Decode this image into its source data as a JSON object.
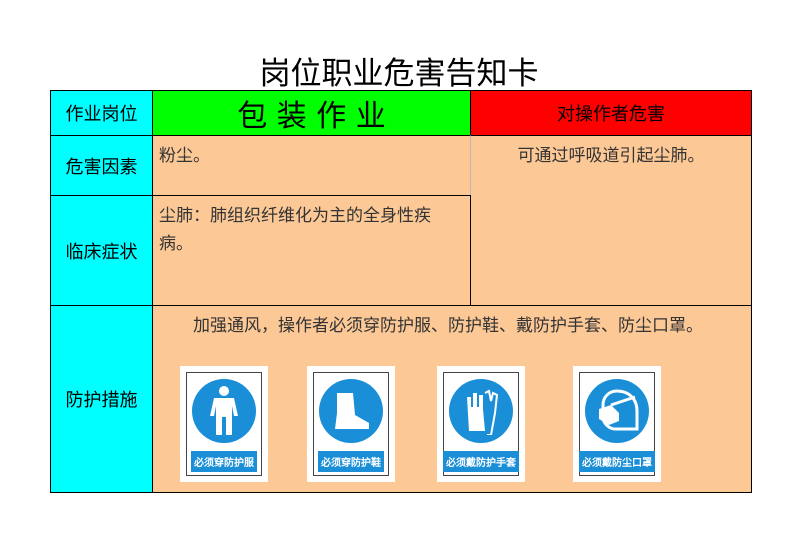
{
  "title": "岗位职业危害告知卡",
  "row_labels": {
    "post": "作业岗位",
    "factor": "危害因素",
    "symptom": "临床症状",
    "protect": "防护措施"
  },
  "post_value": "包 装 作 业",
  "hazard_header": "对操作者危害",
  "factor_value": "粉尘。",
  "hazard_value": "可通过呼吸道引起尘肺。",
  "symptom_value": "尘肺：肺组织纤维化为主的全身性疾病。",
  "protect_value": "加强通风，操作者必须穿防护服、防护鞋、戴防护手套、防尘口罩。",
  "signs": [
    {
      "label": "必须穿防护服",
      "icon": "protective-suit-icon"
    },
    {
      "label": "必须穿防护鞋",
      "icon": "protective-boot-icon"
    },
    {
      "label": "必须戴防护手套",
      "icon": "gloves-icon"
    },
    {
      "label": "必须戴防尘口罩",
      "icon": "dust-mask-icon"
    }
  ],
  "colors": {
    "label_bg": "#00ffff",
    "post_bg": "#00ff00",
    "hazard_header_bg": "#ff0000",
    "content_bg": "#fcc896",
    "sign_blue": "#1a8fd8"
  }
}
